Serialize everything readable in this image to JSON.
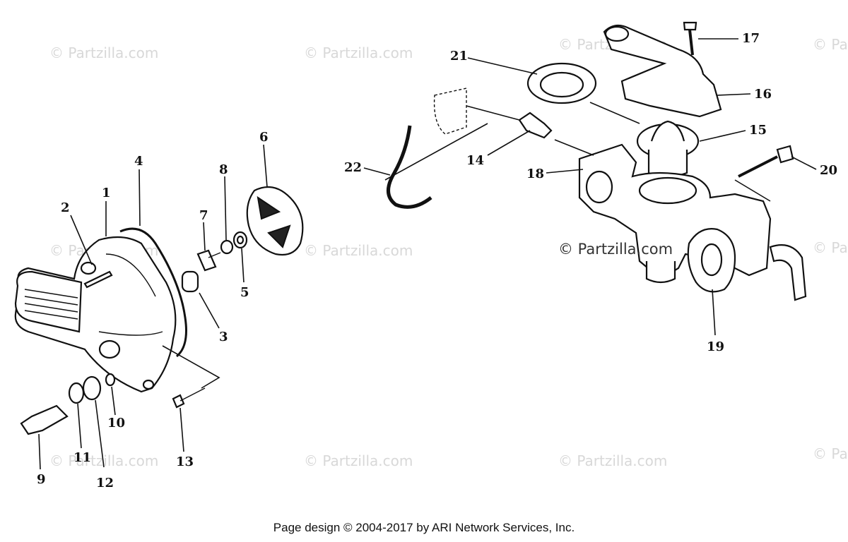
{
  "watermarks": [
    "© Partzilla.com",
    "© Partzilla.com",
    "© Partzilla.com",
    "© Partzilla.com",
    "© Partzilla.com",
    "© Partzilla.com",
    "© Partzilla.com",
    "© Partzilla.com",
    "© Partzilla.com",
    "© Partzilla.com",
    "© Partzilla.com"
  ],
  "center_watermark": "© Partzilla.com",
  "callouts": [
    "1",
    "2",
    "3",
    "4",
    "5",
    "6",
    "7",
    "8",
    "9",
    "10",
    "11",
    "12",
    "13",
    "14",
    "15",
    "16",
    "17",
    "18",
    "19",
    "20",
    "21",
    "22"
  ],
  "footer": "Page design © 2004-2017 by ARI Network Services, Inc."
}
